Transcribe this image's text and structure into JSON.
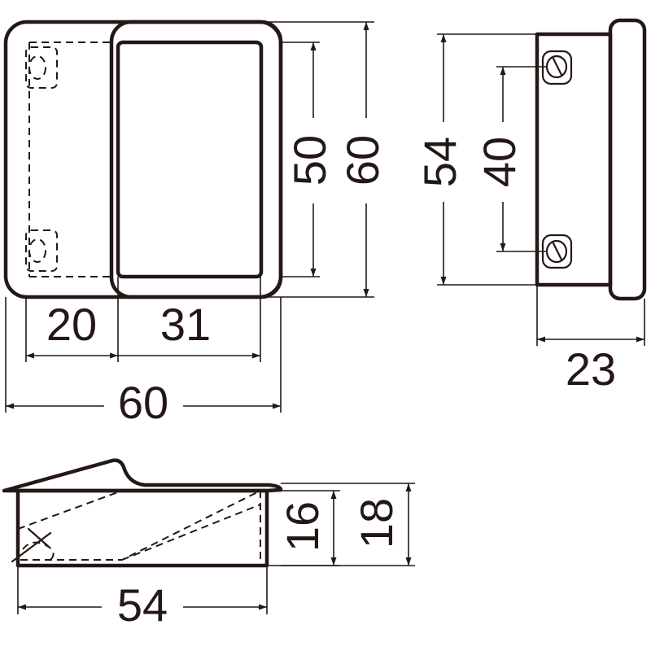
{
  "front_view": {
    "dimensions": {
      "height_inner": "50",
      "height_outer": "60",
      "width_left": "20",
      "width_opening": "31",
      "width_total": "60"
    }
  },
  "side_view": {
    "dimensions": {
      "height": "54",
      "hole_pitch": "40",
      "depth": "23"
    }
  },
  "bottom_view": {
    "dimensions": {
      "inner_height": "16",
      "outer_height": "18",
      "length": "54"
    }
  }
}
